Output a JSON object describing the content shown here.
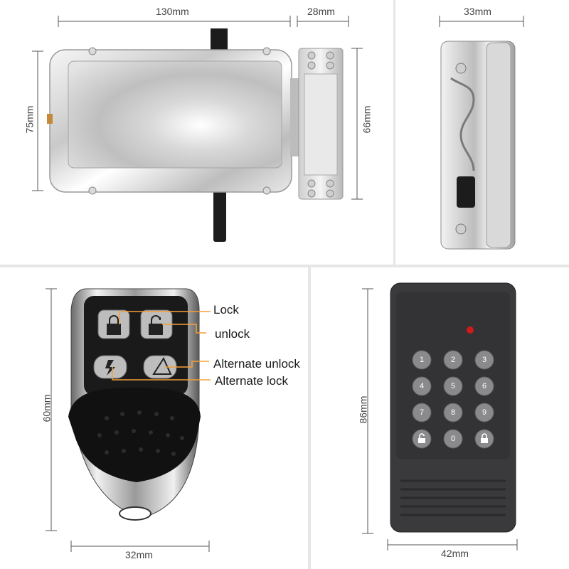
{
  "panels": {
    "lock_body": {
      "dim_width": "130mm",
      "dim_strike_width": "28mm",
      "dim_height": "75mm",
      "dim_strike_height": "66mm"
    },
    "lock_side": {
      "dim_width": "33mm"
    },
    "remote_fob": {
      "dim_height": "60mm",
      "dim_width": "32mm",
      "callouts": [
        "Lock",
        "unlock",
        "Alternate unlock",
        "Alternate lock"
      ]
    },
    "keypad": {
      "dim_height": "86mm",
      "dim_width": "42mm",
      "keys": [
        "1",
        "2",
        "3",
        "4",
        "5",
        "6",
        "7",
        "8",
        "9",
        "",
        "0",
        ""
      ]
    }
  },
  "colors": {
    "callout_line": "#f4a03a",
    "keypad_body": "#3a3a3c",
    "key": "#8a8a8c",
    "led": "#d11a1a"
  },
  "icons": [
    "padlock-closed-icon",
    "padlock-open-icon",
    "lightning-icon",
    "triangle-person-icon"
  ]
}
